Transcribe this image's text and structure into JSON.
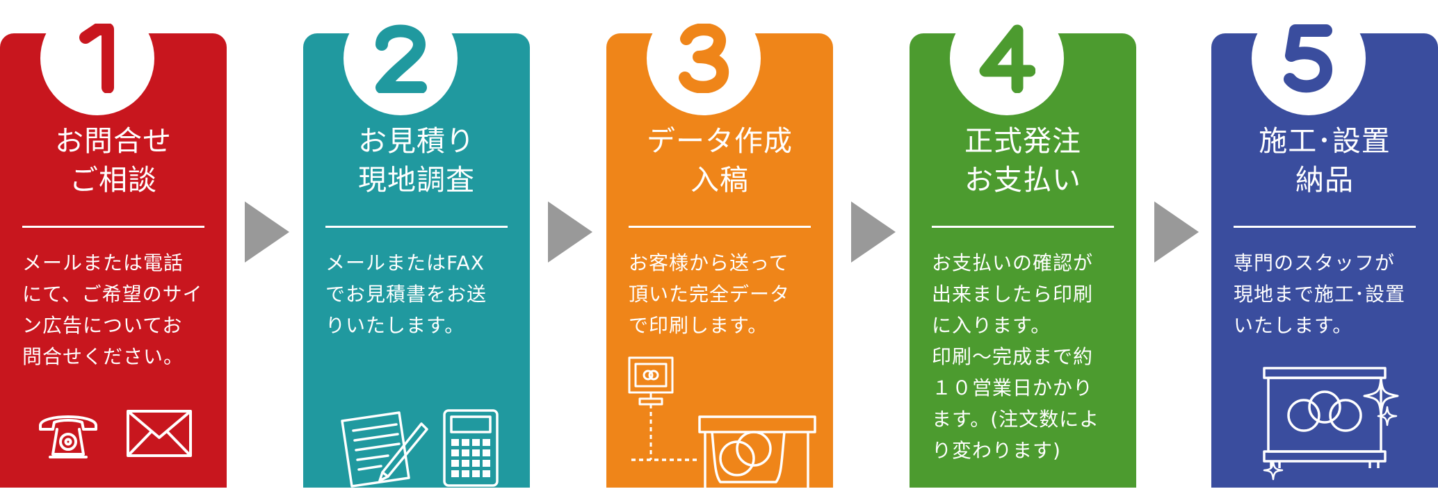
{
  "steps": [
    {
      "number": "1",
      "color": "#c8161e",
      "title_lines": [
        "お問合せ",
        "ご相談"
      ],
      "description_lines": [
        "メールまたは電話",
        "にて、ご希望のサイ",
        "ン広告についてお",
        "問合せください。"
      ],
      "icons": [
        "telephone-icon",
        "envelope-icon"
      ]
    },
    {
      "number": "2",
      "color": "#20999f",
      "title_lines": [
        "お見積り",
        "現地調査"
      ],
      "description_lines": [
        "メールまたはFAX",
        "でお見積書をお送",
        "りいたします。"
      ],
      "icons": [
        "document-pen-icon",
        "calculator-icon"
      ]
    },
    {
      "number": "3",
      "color": "#ef8519",
      "title_lines": [
        "データ作成",
        "入稿"
      ],
      "description_lines": [
        "お客様から送って",
        "頂いた完全データ",
        "で印刷します。"
      ],
      "icons": [
        "computer-monitor-icon",
        "printer-icon"
      ]
    },
    {
      "number": "4",
      "color": "#4c9b2f",
      "title_lines": [
        "正式発注",
        "お支払い"
      ],
      "description_lines": [
        "お支払いの確認が",
        "出来ましたら印刷",
        "に入ります。",
        "印刷～完成まで約",
        "１０営業日かかり",
        "ます。(注文数によ",
        "り変わります)"
      ],
      "icons": []
    },
    {
      "number": "5",
      "color": "#3a4d9e",
      "title_lines": [
        "施工･設置",
        "納品"
      ],
      "description_lines": [
        "専門のスタッフが",
        "現地まで施工･設置",
        "いたします。"
      ],
      "icons": [
        "installed-signboard-icon",
        "sparkle-icon"
      ]
    }
  ],
  "arrow_color": "#999999"
}
